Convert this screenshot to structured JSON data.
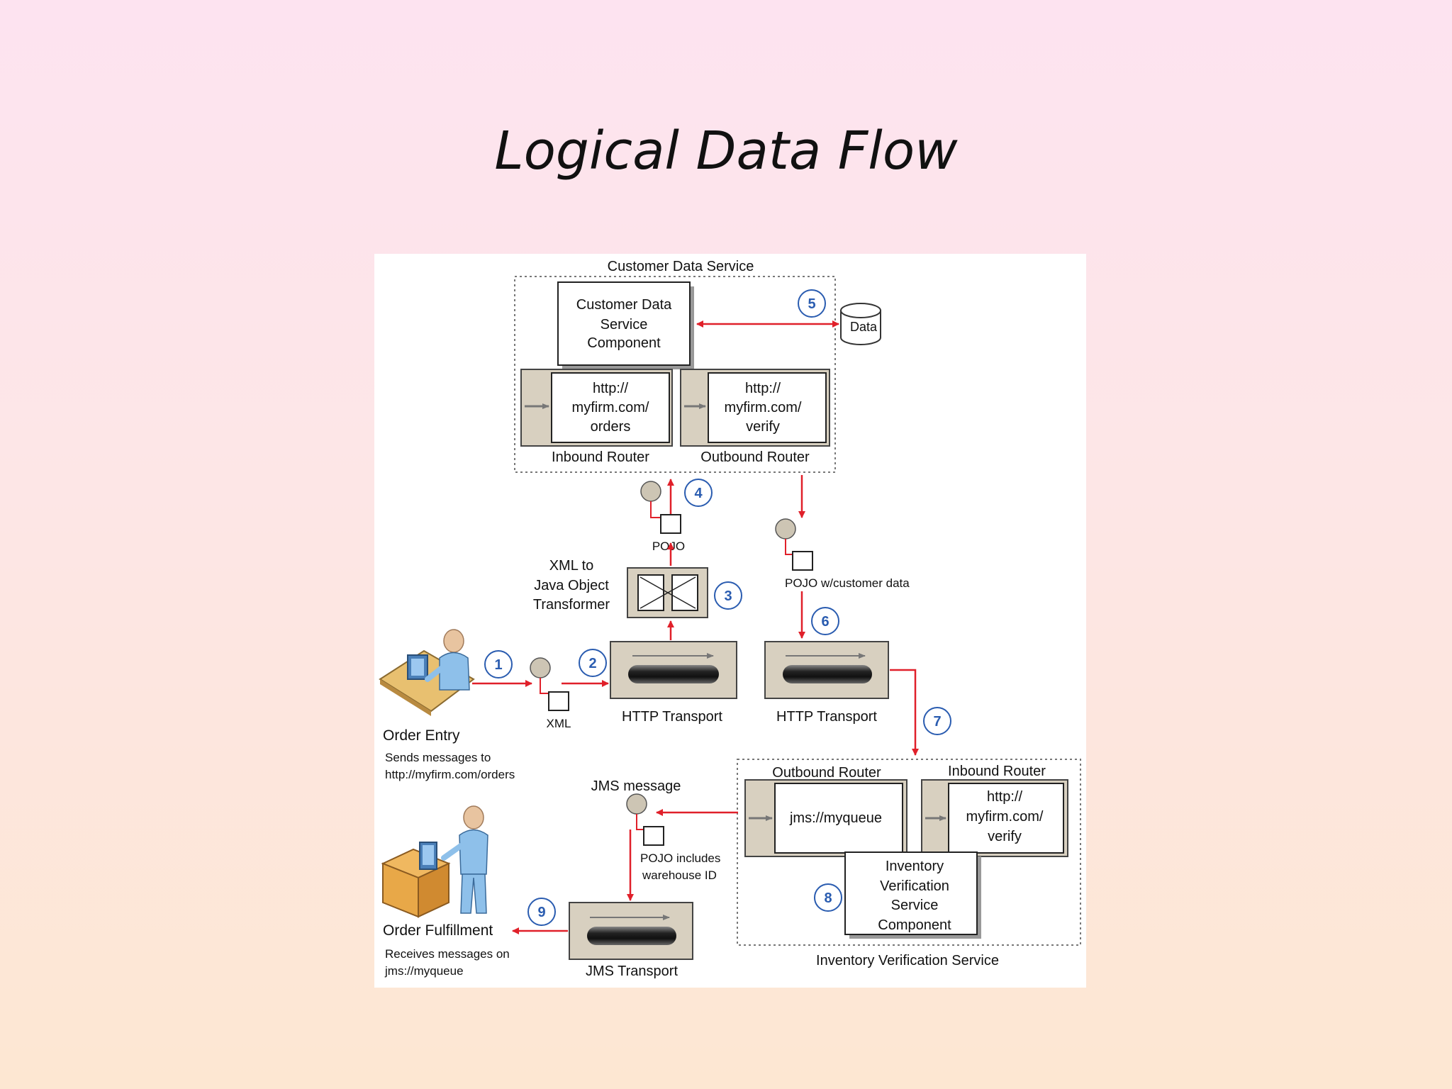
{
  "title": "Logical Data Flow",
  "diagram": {
    "customer_service": {
      "label": "Customer Data Service",
      "component": [
        "Customer Data",
        "Service",
        "Component"
      ],
      "datastore": "Data",
      "inbound_endpoint": [
        "http://",
        "myfirm.com/",
        "orders"
      ],
      "inbound_label": "Inbound Router",
      "outbound_endpoint": [
        "http://",
        "myfirm.com/",
        "verify"
      ],
      "outbound_label": "Outbound Router"
    },
    "transformer_label": [
      "XML to",
      "Java Object",
      "Transformer"
    ],
    "pojo_label": "POJO",
    "pojo_customer_label": "POJO w/customer data",
    "xml_label": "XML",
    "http_transport_label": "HTTP Transport",
    "order_entry": {
      "title": "Order Entry",
      "desc": [
        "Sends messages to",
        "http://myfirm.com/orders"
      ]
    },
    "jms_message_label": "JMS message",
    "pojo_warehouse_label": [
      "POJO includes",
      "warehouse ID"
    ],
    "jms_transport_label": "JMS Transport",
    "order_fulfillment": {
      "title": "Order Fulfillment",
      "desc": [
        "Receives messages on",
        "jms://myqueue"
      ]
    },
    "inventory_service": {
      "label": "Inventory Verification Service",
      "outbound_label": "Outbound Router",
      "outbound_endpoint": "jms://myqueue",
      "inbound_label": "Inbound Router",
      "inbound_endpoint": [
        "http://",
        "myfirm.com/",
        "verify"
      ],
      "component": [
        "Inventory",
        "Verification",
        "Service",
        "Component"
      ]
    },
    "steps": [
      "1",
      "2",
      "3",
      "4",
      "5",
      "6",
      "7",
      "8",
      "9"
    ],
    "colors": {
      "arrow": "#e0202a",
      "step_circle": "#2a5cb0",
      "router_bg": "#d8d0c0",
      "message_dot": "#cdc5b4"
    }
  }
}
